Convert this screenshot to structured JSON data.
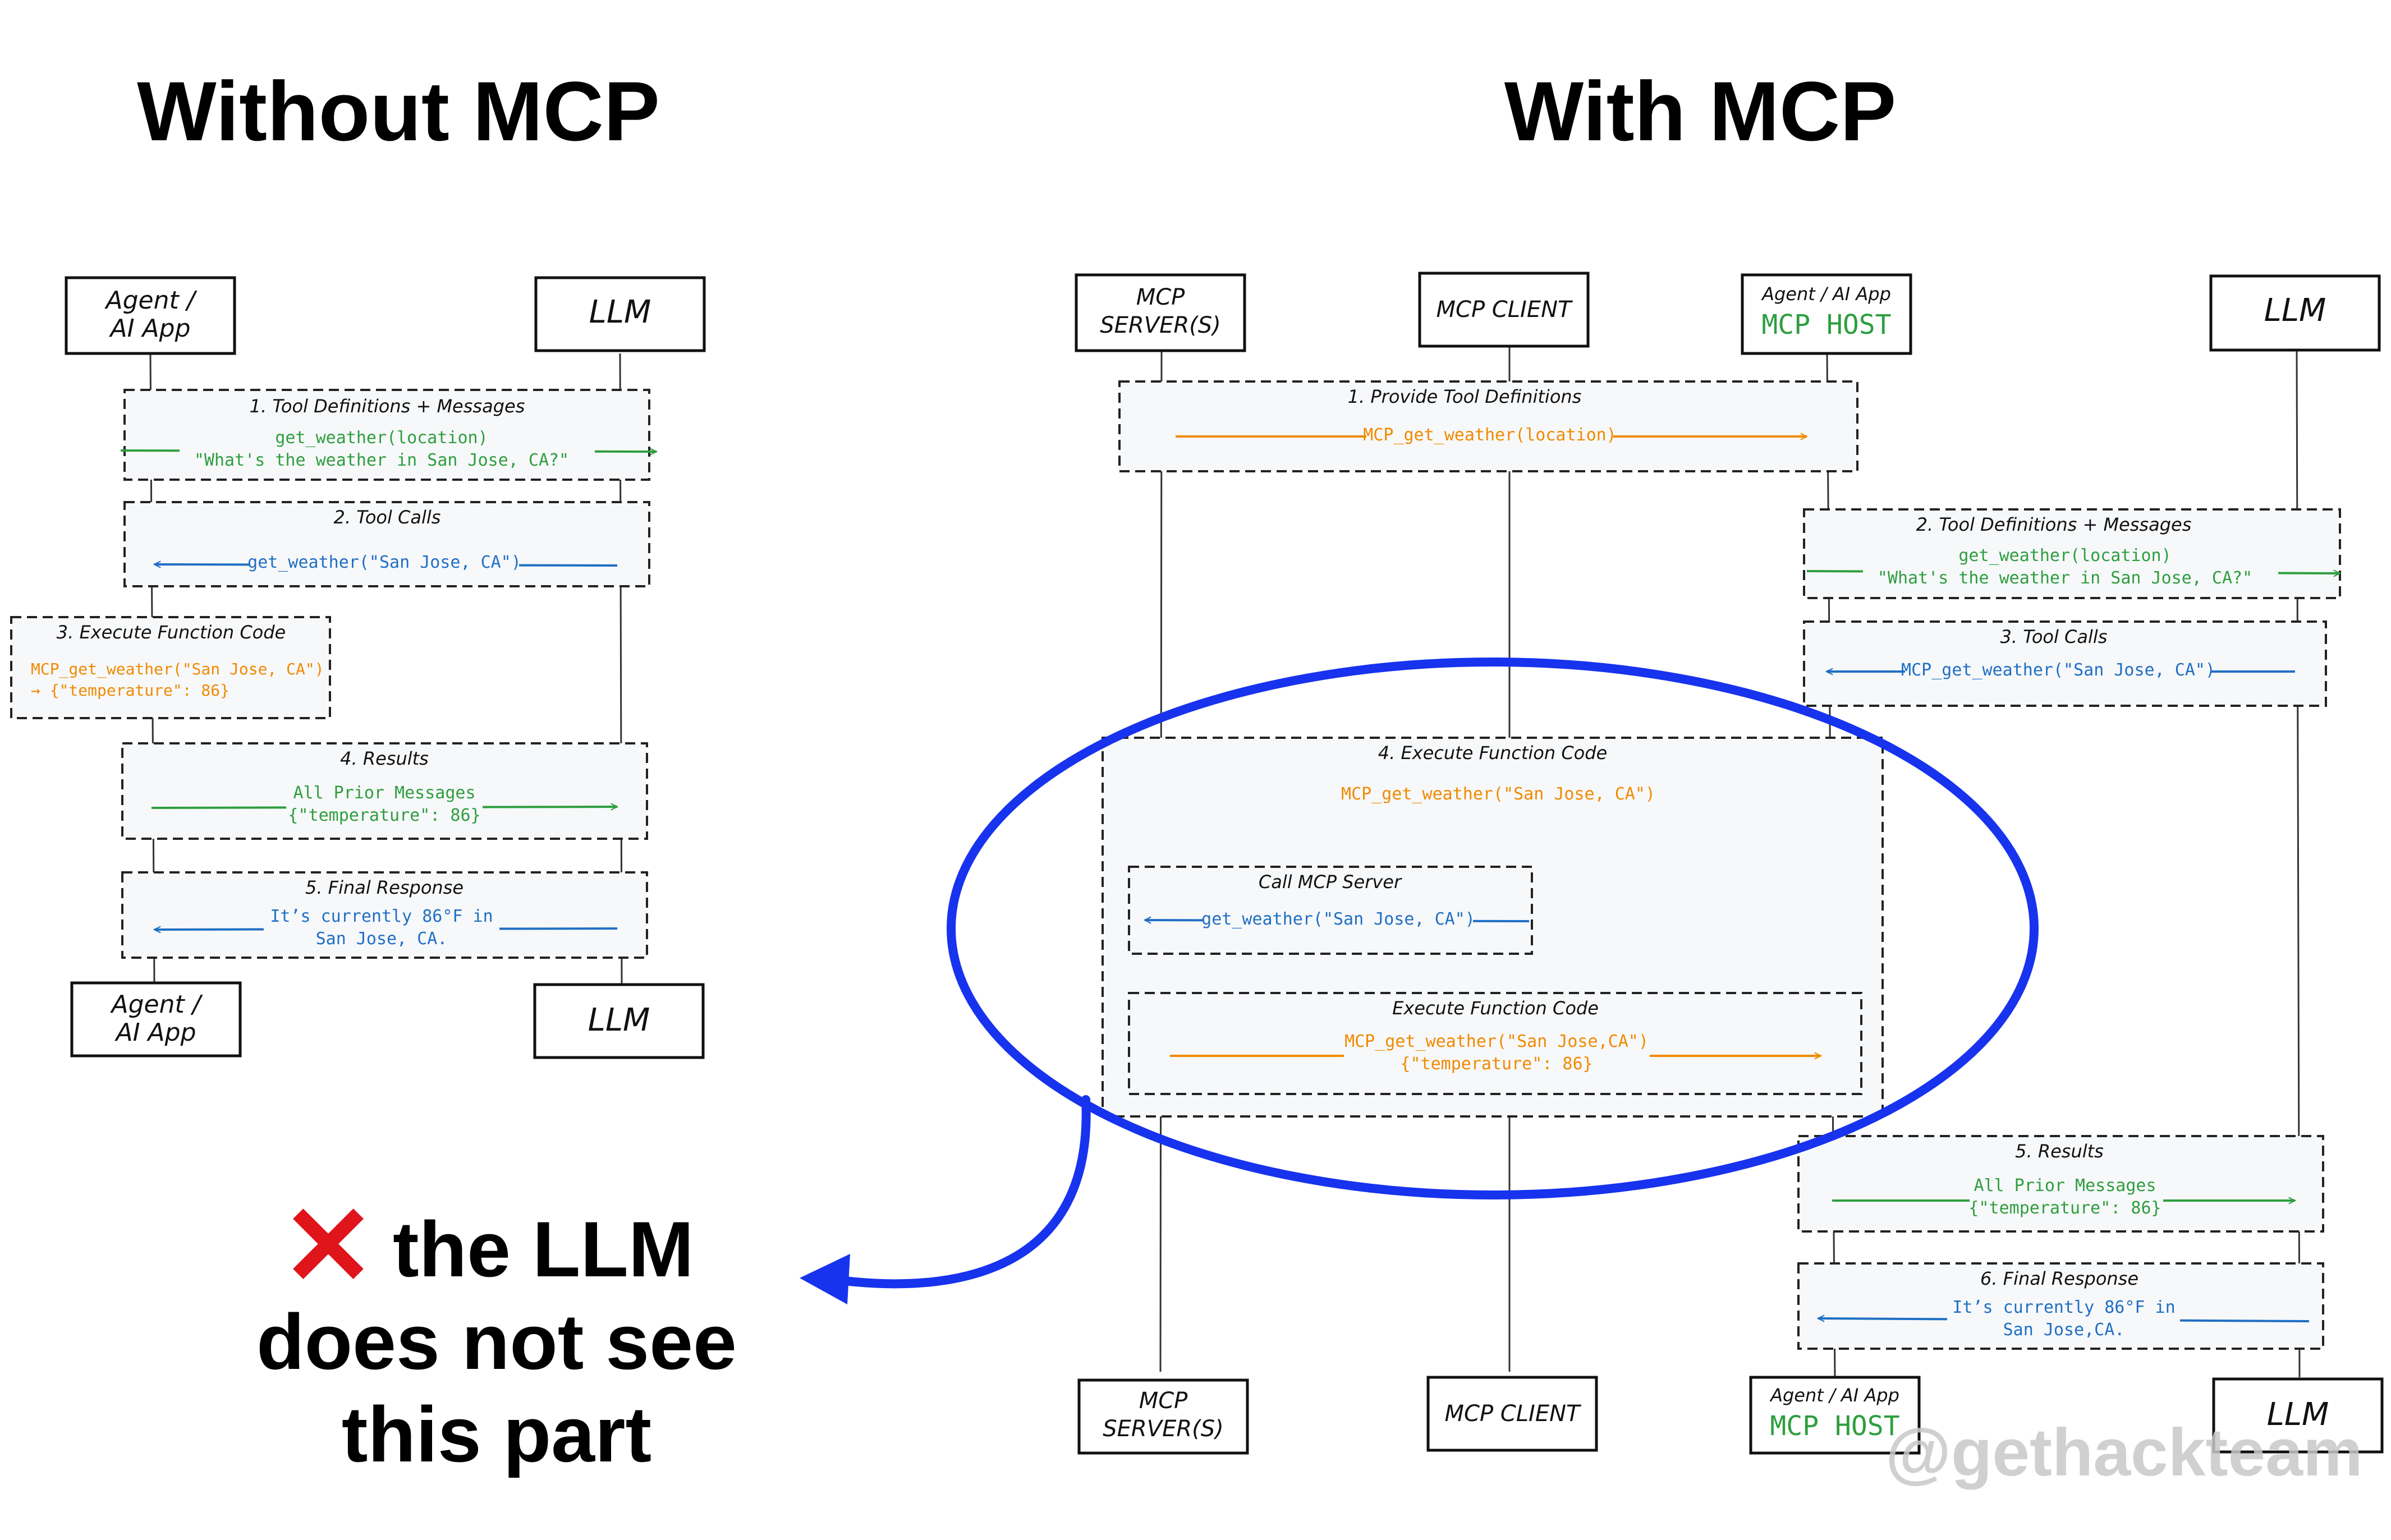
{
  "titles": {
    "left": "Without MCP",
    "right": "With MCP"
  },
  "colors": {
    "green": "#2e9e3f",
    "blue": "#1f6fc4",
    "orange": "#f08a00",
    "ellipse": "#1733ee",
    "red": "#e0141b",
    "box_fill": "#f7f8fa",
    "line": "#333333",
    "watermark": "#c8c8c8"
  },
  "left": {
    "agent_top_line1": "Agent /",
    "agent_top_line2": "AI App",
    "llm_top": "LLM",
    "agent_bottom_line1": "Agent /",
    "agent_bottom_line2": "AI App",
    "llm_bottom": "LLM",
    "step1_title": "1. Tool Definitions + Messages",
    "step1_line1": "get_weather(location)",
    "step1_line2": "\"What's the weather in San Jose, CA?\"",
    "step2_title": "2. Tool Calls",
    "step2_line1": "get_weather(\"San Jose, CA\")",
    "step3_title": "3. Execute Function Code",
    "step3_line1": "MCP_get_weather(\"San Jose, CA\")",
    "step3_line2": "→ {\"temperature\": 86}",
    "step4_title": "4. Results",
    "step4_line1": "All Prior Messages",
    "step4_line2": "{\"temperature\": 86}",
    "step5_title": "5. Final Response",
    "step5_line1": "It’s currently 86°F in",
    "step5_line2": "San Jose, CA."
  },
  "right": {
    "server_top_line1": "MCP",
    "server_top_line2": "SERVER(S)",
    "client_top": "MCP CLIENT",
    "host_top_line1": "Agent / AI App",
    "host_top_line2": "MCP HOST",
    "llm_top": "LLM",
    "server_bottom_line1": "MCP",
    "server_bottom_line2": "SERVER(S)",
    "client_bottom": "MCP CLIENT",
    "host_bottom_line1": "Agent / AI App",
    "host_bottom_line2": "MCP HOST",
    "llm_bottom": "LLM",
    "step1_title": "1. Provide Tool Definitions",
    "step1_line1": "MCP_get_weather(location)",
    "step2_title": "2. Tool Definitions + Messages",
    "step2_line1": "get_weather(location)",
    "step2_line2": "\"What's the weather in San Jose, CA?\"",
    "step3_title": "3. Tool Calls",
    "step3_line1": "MCP_get_weather(\"San Jose, CA\")",
    "step4_title": "4. Execute Function Code",
    "step4_line1": "MCP_get_weather(\"San Jose, CA\")",
    "call_title": "Call MCP Server",
    "call_line1": "get_weather(\"San Jose, CA\")",
    "exec_title": "Execute Function Code",
    "exec_line1": "MCP_get_weather(\"San Jose,CA\")",
    "exec_line2": "{\"temperature\": 86}",
    "step5_title": "5. Results",
    "step5_line1": "All Prior Messages",
    "step5_line2": "{\"temperature\": 86}",
    "step6_title": "6. Final Response",
    "step6_line1": "It’s currently 86°F in",
    "step6_line2": "San Jose,CA."
  },
  "callout": {
    "cross_glyph": "✕",
    "line1": "the LLM",
    "line2": "does not see",
    "line3": "this part"
  },
  "watermark": "@gethackteam"
}
